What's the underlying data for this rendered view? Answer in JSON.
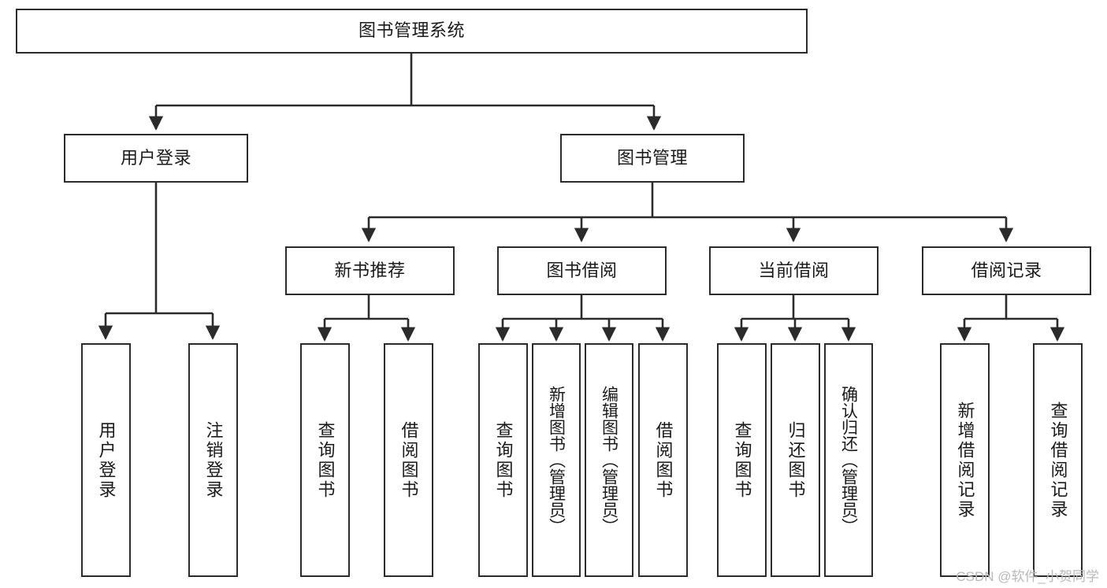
{
  "diagram": {
    "title": "图书管理系统",
    "type": "tree-hierarchy-diagram",
    "watermark": "CSDN @软件_小贺同学",
    "colors": {
      "stroke": "#2b2b2b",
      "fill": "#ffffff",
      "text": "#1a1a1a",
      "watermark": "#b9b9b9"
    },
    "nodes": {
      "root": {
        "label": "图书管理系统",
        "level": 0,
        "orientation": "horizontal"
      },
      "l1": [
        {
          "id": "user_login",
          "label": "用户登录",
          "level": 1,
          "orientation": "horizontal"
        },
        {
          "id": "book_manage",
          "label": "图书管理",
          "level": 1,
          "orientation": "horizontal"
        }
      ],
      "l2": [
        {
          "id": "new_book_rec",
          "label": "新书推荐",
          "level": 2,
          "orientation": "horizontal",
          "parent": "book_manage"
        },
        {
          "id": "book_borrow",
          "label": "图书借阅",
          "level": 2,
          "orientation": "horizontal",
          "parent": "book_manage"
        },
        {
          "id": "current_borrow",
          "label": "当前借阅",
          "level": 2,
          "orientation": "horizontal",
          "parent": "book_manage"
        },
        {
          "id": "borrow_record",
          "label": "借阅记录",
          "level": 2,
          "orientation": "horizontal",
          "parent": "book_manage"
        }
      ],
      "leaves": [
        {
          "id": "leaf_user_login",
          "label": "用户登录",
          "parent": "user_login",
          "orientation": "vertical"
        },
        {
          "id": "leaf_user_logout",
          "label": "注销登录",
          "parent": "user_login",
          "orientation": "vertical"
        },
        {
          "id": "leaf_rec_query",
          "label": "查询图书",
          "parent": "new_book_rec",
          "orientation": "vertical"
        },
        {
          "id": "leaf_rec_borrow",
          "label": "借阅图书",
          "parent": "new_book_rec",
          "orientation": "vertical"
        },
        {
          "id": "leaf_borrow_query",
          "label": "查询图书",
          "parent": "book_borrow",
          "orientation": "vertical"
        },
        {
          "id": "leaf_borrow_add",
          "label": "新增图书（管理员）",
          "parent": "book_borrow",
          "orientation": "vertical"
        },
        {
          "id": "leaf_borrow_edit",
          "label": "编辑图书（管理员）",
          "parent": "book_borrow",
          "orientation": "vertical"
        },
        {
          "id": "leaf_borrow_do",
          "label": "借阅图书",
          "parent": "book_borrow",
          "orientation": "vertical"
        },
        {
          "id": "leaf_cur_query",
          "label": "查询图书",
          "parent": "current_borrow",
          "orientation": "vertical"
        },
        {
          "id": "leaf_cur_return",
          "label": "归还图书",
          "parent": "current_borrow",
          "orientation": "vertical"
        },
        {
          "id": "leaf_cur_confirm",
          "label": "确认归还（管理员）",
          "parent": "current_borrow",
          "orientation": "vertical"
        },
        {
          "id": "leaf_rec_add",
          "label": "新增借阅记录",
          "parent": "borrow_record",
          "orientation": "vertical"
        },
        {
          "id": "leaf_rec_search",
          "label": "查询借阅记录",
          "parent": "borrow_record",
          "orientation": "vertical"
        }
      ]
    }
  }
}
